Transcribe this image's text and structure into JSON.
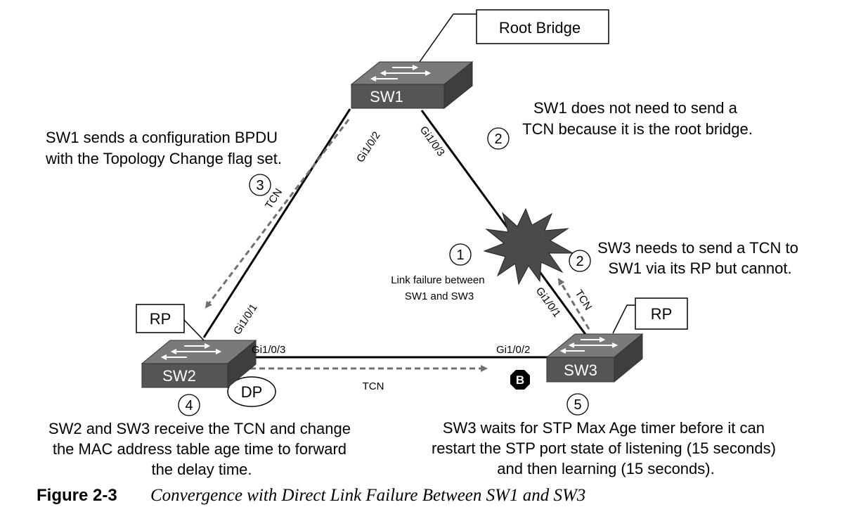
{
  "diagram": {
    "callouts": {
      "root_bridge": "Root Bridge",
      "rp_sw2": "RP",
      "rp_sw3": "RP",
      "dp_sw2": "DP"
    },
    "switches": {
      "sw1": "SW1",
      "sw2": "SW2",
      "sw3": "SW3"
    },
    "ports": {
      "sw1_left": "Gi1/0/2",
      "sw1_right": "Gi1/0/3",
      "sw2_top": "Gi1/0/1",
      "sw2_right": "Gi1/0/3",
      "sw3_left": "Gi1/0/2",
      "sw3_top": "Gi1/0/1"
    },
    "tcn_labels": {
      "left": "TCN",
      "bottom": "TCN",
      "right": "TCN"
    },
    "blocked_marker": "B",
    "steps": {
      "s1": "1",
      "s2a": "2",
      "s2b": "2",
      "s3": "3",
      "s4": "4",
      "s5": "5"
    },
    "notes": {
      "link_failure": [
        "Link failure between",
        "SW1 and SW3"
      ],
      "step2_sw1": [
        "SW1 does not need to send a",
        "TCN because it is the root bridge."
      ],
      "step2_sw3": [
        "SW3 needs to send a TCN to",
        "SW1 via its RP but cannot."
      ],
      "step3": [
        "SW1 sends a configuration BPDU",
        "with the Topology Change flag set."
      ],
      "step4": [
        "SW2 and SW3 receive the TCN and change",
        "the MAC address table age time to forward",
        "the delay time."
      ],
      "step5": [
        "SW3 waits for STP Max Age timer before it can",
        "restart the STP port state of listening (15 seconds)",
        "and then learning (15 seconds)."
      ]
    },
    "colors": {
      "switch_body": "#555555",
      "switch_top": "#7a7a7a",
      "dashed_arrow": "#707070",
      "link": "#000000",
      "burst": "#4a4a4a"
    }
  },
  "caption": {
    "number": "Figure 2-3",
    "title": "Convergence with Direct Link Failure Between SW1 and SW3"
  }
}
